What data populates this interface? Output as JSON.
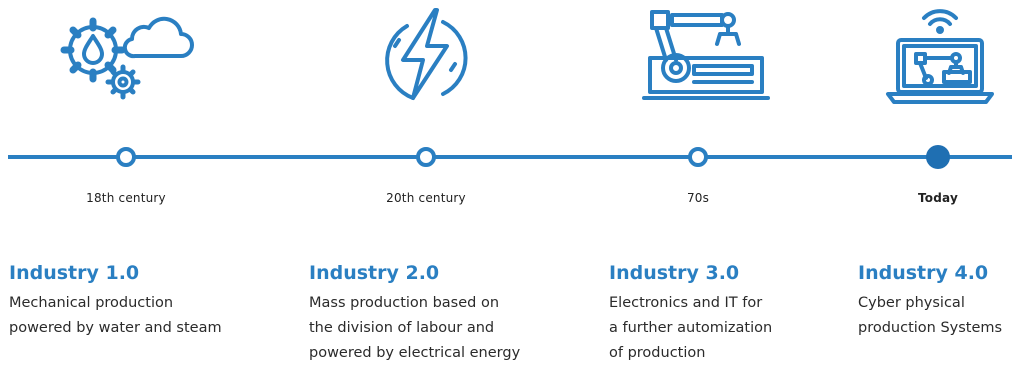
{
  "stages": [
    {
      "era": "18th century",
      "title": "Industry 1.0",
      "description": [
        "Mechanical production",
        "powered by water and steam"
      ],
      "icon": "gears-water-cloud-icon",
      "current": false
    },
    {
      "era": "20th century",
      "title": "Industry 2.0",
      "description": [
        "Mass production based on",
        "the division of labour and",
        "powered by electrical energy"
      ],
      "icon": "lightning-bolt-icon",
      "current": false
    },
    {
      "era": "70s",
      "title": "Industry 3.0",
      "description": [
        "Electronics and IT for",
        "a further automization",
        "of production"
      ],
      "icon": "robot-arm-machine-icon",
      "current": false
    },
    {
      "era": "Today",
      "title": "Industry 4.0",
      "description": [
        "Cyber physical",
        "production Systems"
      ],
      "icon": "laptop-robot-wifi-icon",
      "current": true
    }
  ],
  "colors": {
    "accent": "#2a7fc2",
    "current_node": "#1f6fb2",
    "text": "#2b2b2b"
  }
}
